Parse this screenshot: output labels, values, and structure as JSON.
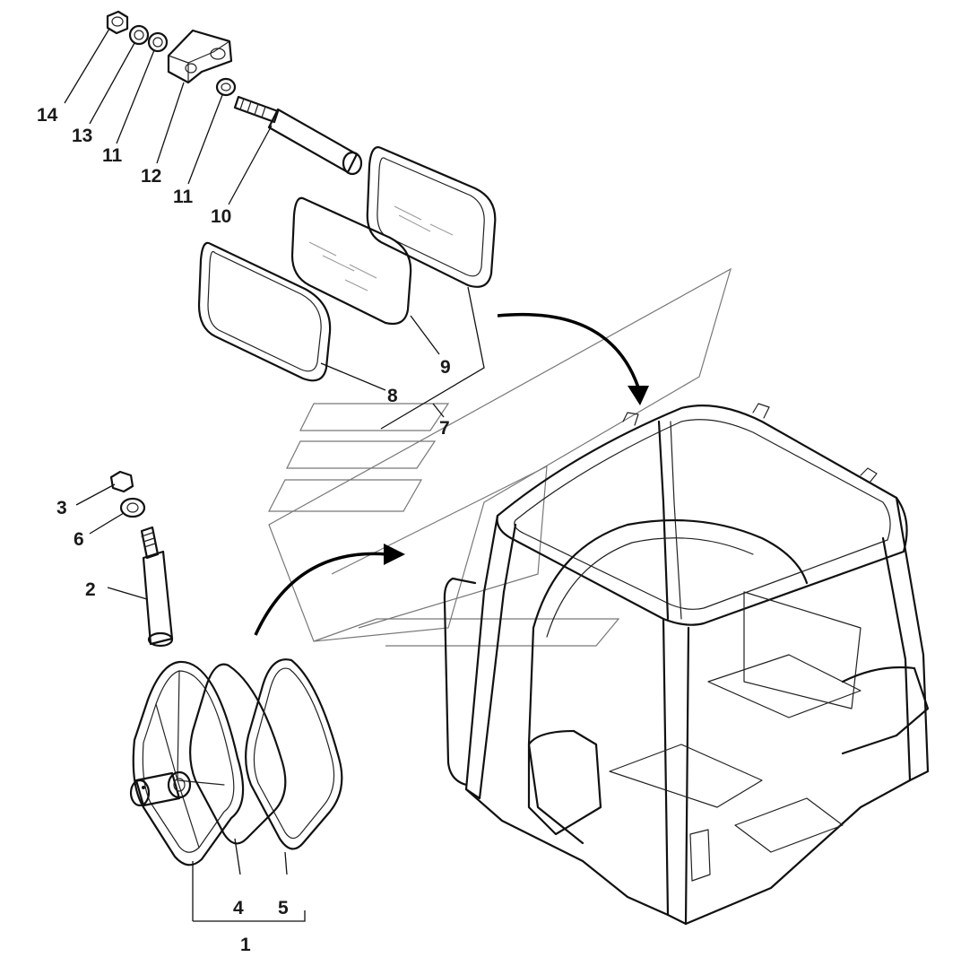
{
  "diagram": {
    "callouts": [
      {
        "id": "c14",
        "text": "14"
      },
      {
        "id": "c13",
        "text": "13"
      },
      {
        "id": "c11a",
        "text": "11"
      },
      {
        "id": "c12",
        "text": "12"
      },
      {
        "id": "c11b",
        "text": "11"
      },
      {
        "id": "c10",
        "text": "10"
      },
      {
        "id": "c9",
        "text": "9"
      },
      {
        "id": "c8",
        "text": "8"
      },
      {
        "id": "c7",
        "text": "7"
      },
      {
        "id": "c3",
        "text": "3"
      },
      {
        "id": "c6",
        "text": "6"
      },
      {
        "id": "c2",
        "text": "2"
      },
      {
        "id": "c4",
        "text": "4"
      },
      {
        "id": "c5",
        "text": "5"
      },
      {
        "id": "c1",
        "text": "1"
      }
    ]
  }
}
